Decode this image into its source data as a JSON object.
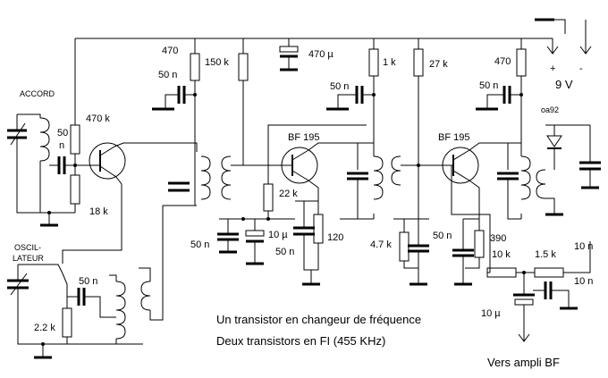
{
  "labels": {
    "accord": "ACCORD",
    "oscil_1": "OSCIL-",
    "oscil_2": "LATEUR",
    "r_470k": "470 k",
    "c_50n_1": "50",
    "c_50n_2": "n",
    "r_18k": "18 k",
    "r_2k2": "2.2 k",
    "c_50n_osc": "50 n",
    "r_470_a": "470",
    "c_50n_a": "50 n",
    "r_150k": "150 k",
    "c_470u": "470 µ",
    "r_1k": "1 k",
    "c_50n_b": "50 n",
    "r_27k": "27 k",
    "r_470_b": "470",
    "c_50n_c": "50 n",
    "plus": "+",
    "minus": "-",
    "v9": "9 V",
    "diode": "oa92",
    "t1": "BF 195",
    "t2": "BF 195",
    "r_22k": "22 k",
    "c_10u_a": "10 µ",
    "c_50n_d": "50 n",
    "c_50n_e": "50 n",
    "r_120": "120",
    "r_4k7": "4.7 k",
    "c_50n_f": "50 n",
    "r_390": "390",
    "r_10k": "10 k",
    "r_1k5": "1.5 k",
    "c_10n_a": "10 n",
    "c_10n_b": "10 n",
    "c_10u_b": "10 µ",
    "caption_1": "Un transistor en changeur de fréquence",
    "caption_2": "Deux transistors en FI (455 KHz)",
    "output": "Vers ampli BF"
  }
}
